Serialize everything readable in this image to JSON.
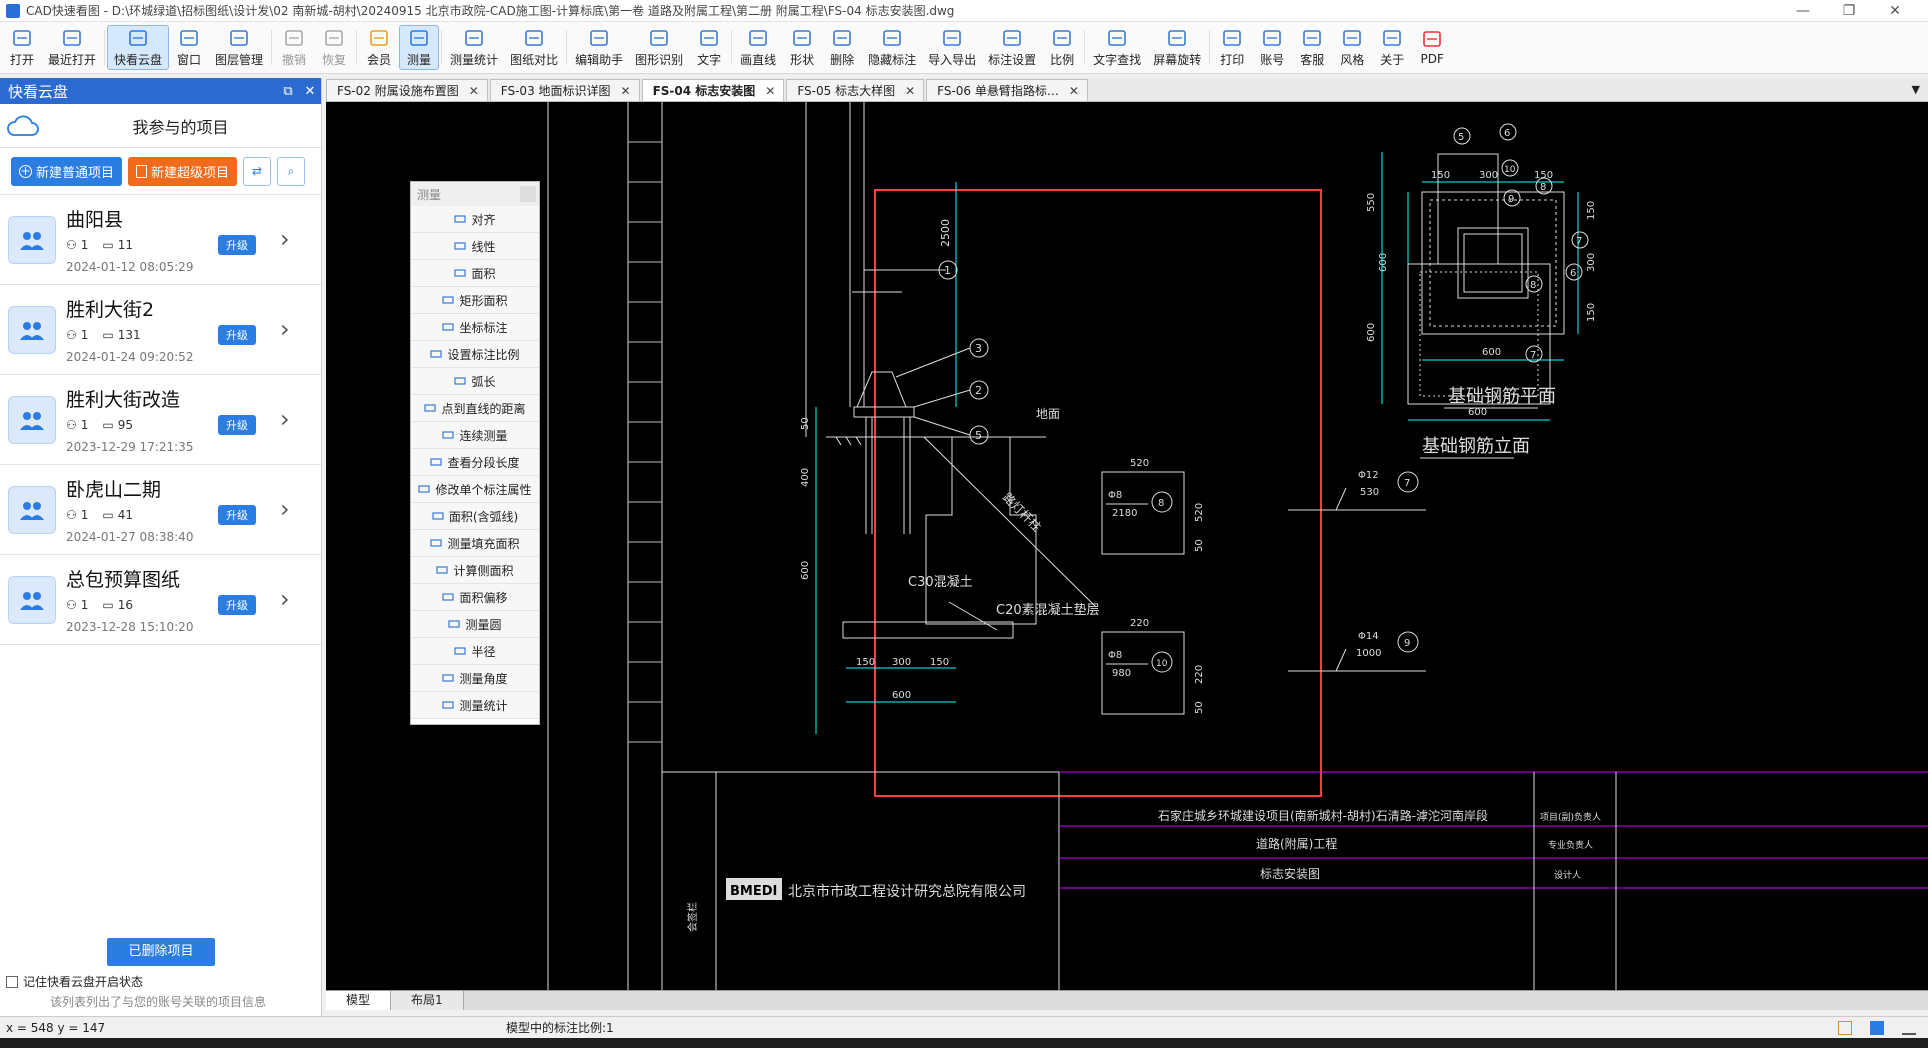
{
  "window": {
    "title": "CAD快速看图 - D:\\环城绿道\\招标图纸\\设计发\\02 南新城-胡村\\20240915 北京市政院-CAD施工图-计算标底\\第一卷 道路及附属工程\\第二册 附属工程\\FS-04 标志安装图.dwg"
  },
  "toolbar": [
    {
      "label": "打开",
      "icon": "folder-open-icon"
    },
    {
      "label": "最近打开",
      "icon": "history-icon"
    },
    {
      "label": "快看云盘",
      "icon": "cloud-icon",
      "active": true
    },
    {
      "label": "窗口",
      "icon": "window-icon"
    },
    {
      "label": "图层管理",
      "icon": "layers-icon"
    },
    {
      "label": "撤销",
      "icon": "undo-icon",
      "disabled": true
    },
    {
      "label": "恢复",
      "icon": "redo-icon",
      "disabled": true
    },
    {
      "label": "会员",
      "icon": "vip-icon"
    },
    {
      "label": "测量",
      "icon": "measure-icon",
      "active": true
    },
    {
      "label": "测量统计",
      "icon": "measure-stats-icon"
    },
    {
      "label": "图纸对比",
      "icon": "compare-icon"
    },
    {
      "label": "编辑助手",
      "icon": "edit-helper-icon"
    },
    {
      "label": "图形识别",
      "icon": "shape-recognize-icon"
    },
    {
      "label": "文字",
      "icon": "text-icon"
    },
    {
      "label": "画直线",
      "icon": "line-icon"
    },
    {
      "label": "形状",
      "icon": "shape-icon"
    },
    {
      "label": "删除",
      "icon": "eraser-icon"
    },
    {
      "label": "隐藏标注",
      "icon": "hide-annotation-icon"
    },
    {
      "label": "导入导出",
      "icon": "import-export-icon"
    },
    {
      "label": "标注设置",
      "icon": "annotation-settings-icon"
    },
    {
      "label": "比例",
      "icon": "scale-icon"
    },
    {
      "label": "文字查找",
      "icon": "text-search-icon"
    },
    {
      "label": "屏幕旋转",
      "icon": "rotate-screen-icon"
    },
    {
      "label": "打印",
      "icon": "printer-icon"
    },
    {
      "label": "账号",
      "icon": "account-icon"
    },
    {
      "label": "客服",
      "icon": "headset-icon"
    },
    {
      "label": "风格",
      "icon": "style-icon"
    },
    {
      "label": "关于",
      "icon": "info-icon"
    },
    {
      "label": "PDF",
      "icon": "pdf-icon"
    }
  ],
  "left_panel": {
    "header": "快看云盘",
    "subtitle": "我参与的项目",
    "btn_new_normal": "新建普通项目",
    "btn_new_super": "新建超级项目",
    "projects": [
      {
        "name": "曲阳县",
        "members": "1",
        "files": "11",
        "date": "2024-01-12 08:05:29",
        "badge": "升级"
      },
      {
        "name": "胜利大街2",
        "members": "1",
        "files": "131",
        "date": "2024-01-24 09:20:52",
        "badge": "升级"
      },
      {
        "name": "胜利大街改造",
        "members": "1",
        "files": "95",
        "date": "2023-12-29 17:21:35",
        "badge": "升级"
      },
      {
        "name": "卧虎山二期",
        "members": "1",
        "files": "41",
        "date": "2024-01-27 08:38:40",
        "badge": "升级"
      },
      {
        "name": "总包预算图纸",
        "members": "1",
        "files": "16",
        "date": "2023-12-28 15:10:20",
        "badge": "升级"
      }
    ],
    "deleted_btn": "已删除项目",
    "remember": "记住快看云盘开启状态",
    "hint": "该列表列出了与您的账号关联的项目信息"
  },
  "doc_tabs": [
    {
      "label": "FS-02 附属设施布置图",
      "active": false
    },
    {
      "label": "FS-03 地面标识详图",
      "active": false
    },
    {
      "label": "FS-04 标志安装图",
      "active": true
    },
    {
      "label": "FS-05 标志大样图",
      "active": false
    },
    {
      "label": "FS-06 单悬臂指路标…",
      "active": false
    }
  ],
  "measure_panel": {
    "title": "测量",
    "items": [
      "对齐",
      "线性",
      "面积",
      "矩形面积",
      "坐标标注",
      "设置标注比例",
      "弧长",
      "点到直线的距离",
      "连续测量",
      "查看分段长度",
      "修改单个标注属性",
      "面积(含弧线)",
      "测量填充面积",
      "计算侧面积",
      "面积偏移",
      "测量圆",
      "半径",
      "测量角度",
      "测量统计"
    ]
  },
  "drawing": {
    "dim_2500": "2500",
    "label_ground": "地面",
    "dim_50": "50",
    "dim_400": "400",
    "dim_600": "600",
    "label_c30": "C30混凝土",
    "label_c20": "C20素混凝土垫层",
    "label_pole": "路灯杆柱",
    "dim_bottom": [
      "150",
      "300",
      "150"
    ],
    "dim_bottom_total": "600",
    "plan_dims_top": [
      "150",
      "300",
      "150"
    ],
    "plan_dims_side": [
      "150",
      "300",
      "150"
    ],
    "plan_side_total": "600",
    "plan_bottom_total": "600",
    "plan_title": "基础钢筋平面",
    "elev_title": "基础钢筋立面",
    "elev_dim_550": "550",
    "elev_dim_600": "600",
    "elev_bottom": "600",
    "callouts": [
      "1",
      "2",
      "3",
      "5",
      "6",
      "7",
      "8",
      "9",
      "10"
    ],
    "rebar_8": {
      "spec": "Φ8",
      "len": "2180",
      "top": "520",
      "side": "520",
      "end": "50"
    },
    "rebar_10": {
      "spec": "Φ8",
      "len": "980",
      "top": "220",
      "side": "220",
      "end": "50"
    },
    "rebar_7": {
      "spec": "Φ12",
      "len": "530"
    },
    "rebar_9": {
      "spec": "Φ14",
      "len": "1000"
    },
    "title_block": {
      "company": "北京市市政工程设计研究总院有限公司",
      "logo": "BMEDI",
      "project": "石家庄城乡环城建设项目(南新城村-胡村)石清路-滹沱河南岸段",
      "section": "道路(附属)工程",
      "sheet": "标志安装图",
      "roles": [
        "项目(副)负责人",
        "专业负责人",
        "设计人"
      ],
      "stamp": "会签栏"
    }
  },
  "layout_tabs": [
    "模型",
    "布局1"
  ],
  "status": {
    "coord": "x = 548 y = 147",
    "scale": "模型中的标注比例:1"
  }
}
